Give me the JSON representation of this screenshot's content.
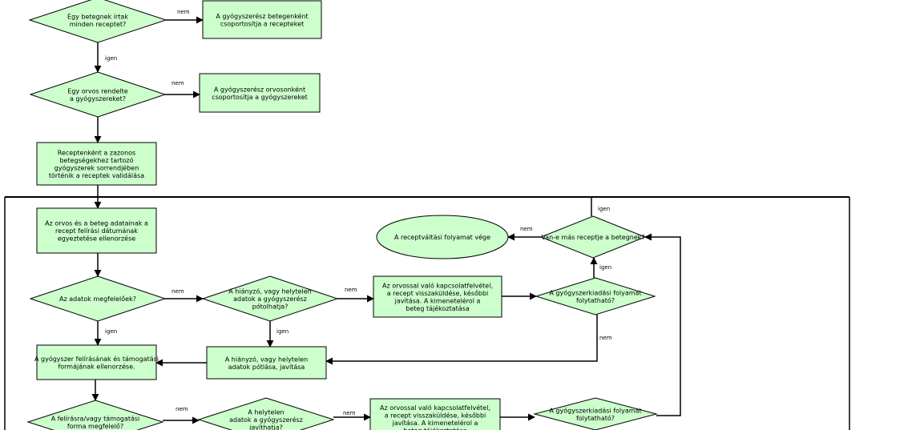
{
  "diagram": {
    "nodes": [
      {
        "id": "d1",
        "label": [
          "Egy betegnek írtak",
          "minden receptet?"
        ]
      },
      {
        "id": "p1",
        "label": [
          "A gyógyszerész betegenként",
          "csoportosítja a recepteket"
        ]
      },
      {
        "id": "d2",
        "label": [
          "Egy orvos rendelte",
          "a gyógyszereket?"
        ]
      },
      {
        "id": "p2",
        "label": [
          "A gyógyszerész orvosonként",
          "csoportosítja a gyógyszereket"
        ]
      },
      {
        "id": "p3",
        "label": [
          "Receptenként a zazonos",
          "betegségekhez tartozó",
          "gyógyszerek sorrendjében",
          "történik a receptek validálása"
        ]
      },
      {
        "id": "p4",
        "label": [
          "Az orvos és a beteg adatainak a",
          "recept felírási dátumának",
          "egyeztetése ellenorzése"
        ]
      },
      {
        "id": "e1",
        "label": [
          "A receptváltási folyamat vége"
        ]
      },
      {
        "id": "d3",
        "label": [
          "Van-e más receptje a betegnek?"
        ]
      },
      {
        "id": "d4",
        "label": [
          "Az adatok megfelelőek?"
        ]
      },
      {
        "id": "d5",
        "label": [
          "A hiányzó, vagy helytelen",
          "adatok a gyógyszerész",
          "pótolhatja?"
        ]
      },
      {
        "id": "p5",
        "label": [
          "Az orvossal való kapcsolatfelvétel,",
          "a recept visszaküldése, későbbi",
          "javítása. A kimenetelérol a",
          "beteg tájékoztatása"
        ]
      },
      {
        "id": "d6",
        "label": [
          "A gyógyszerkiadási folyamat",
          "folytatható?"
        ]
      },
      {
        "id": "p6",
        "label": [
          "A gyógyszer felírásának és támogatási",
          "formájának ellenorzése."
        ]
      },
      {
        "id": "p7",
        "label": [
          "A hiányzó, vagy helytelen",
          "adatok pótlása, javítása"
        ]
      },
      {
        "id": "d7",
        "label": [
          "A felírásra/vagy támogatási",
          "forma megfelelő?"
        ]
      },
      {
        "id": "d8",
        "label": [
          "A helytelen",
          "adatok a gyógyszerész",
          "javíthatja?"
        ]
      },
      {
        "id": "p8",
        "label": [
          "Az orvossal való kapcsolatfelvétel,",
          "a recept visszaküldése, későbbi",
          "javítása. A kimenetelérol a",
          "beteg tájékoztatása"
        ]
      },
      {
        "id": "d9",
        "label": [
          "A gyógyszerkiadási folyamat",
          "folytatható?"
        ]
      }
    ],
    "edge_labels": [
      {
        "id": "l1",
        "text": "nem"
      },
      {
        "id": "l2",
        "text": "igen"
      },
      {
        "id": "l3",
        "text": "nem"
      },
      {
        "id": "l4",
        "text": "igen"
      },
      {
        "id": "l5",
        "text": "nem"
      },
      {
        "id": "l6",
        "text": "nem"
      },
      {
        "id": "l7",
        "text": "nem"
      },
      {
        "id": "l8",
        "text": "igen"
      },
      {
        "id": "l9",
        "text": "igen"
      },
      {
        "id": "l10",
        "text": "igen"
      },
      {
        "id": "l11",
        "text": "nem"
      },
      {
        "id": "l12",
        "text": "nem"
      },
      {
        "id": "l13",
        "text": "nem"
      }
    ]
  }
}
